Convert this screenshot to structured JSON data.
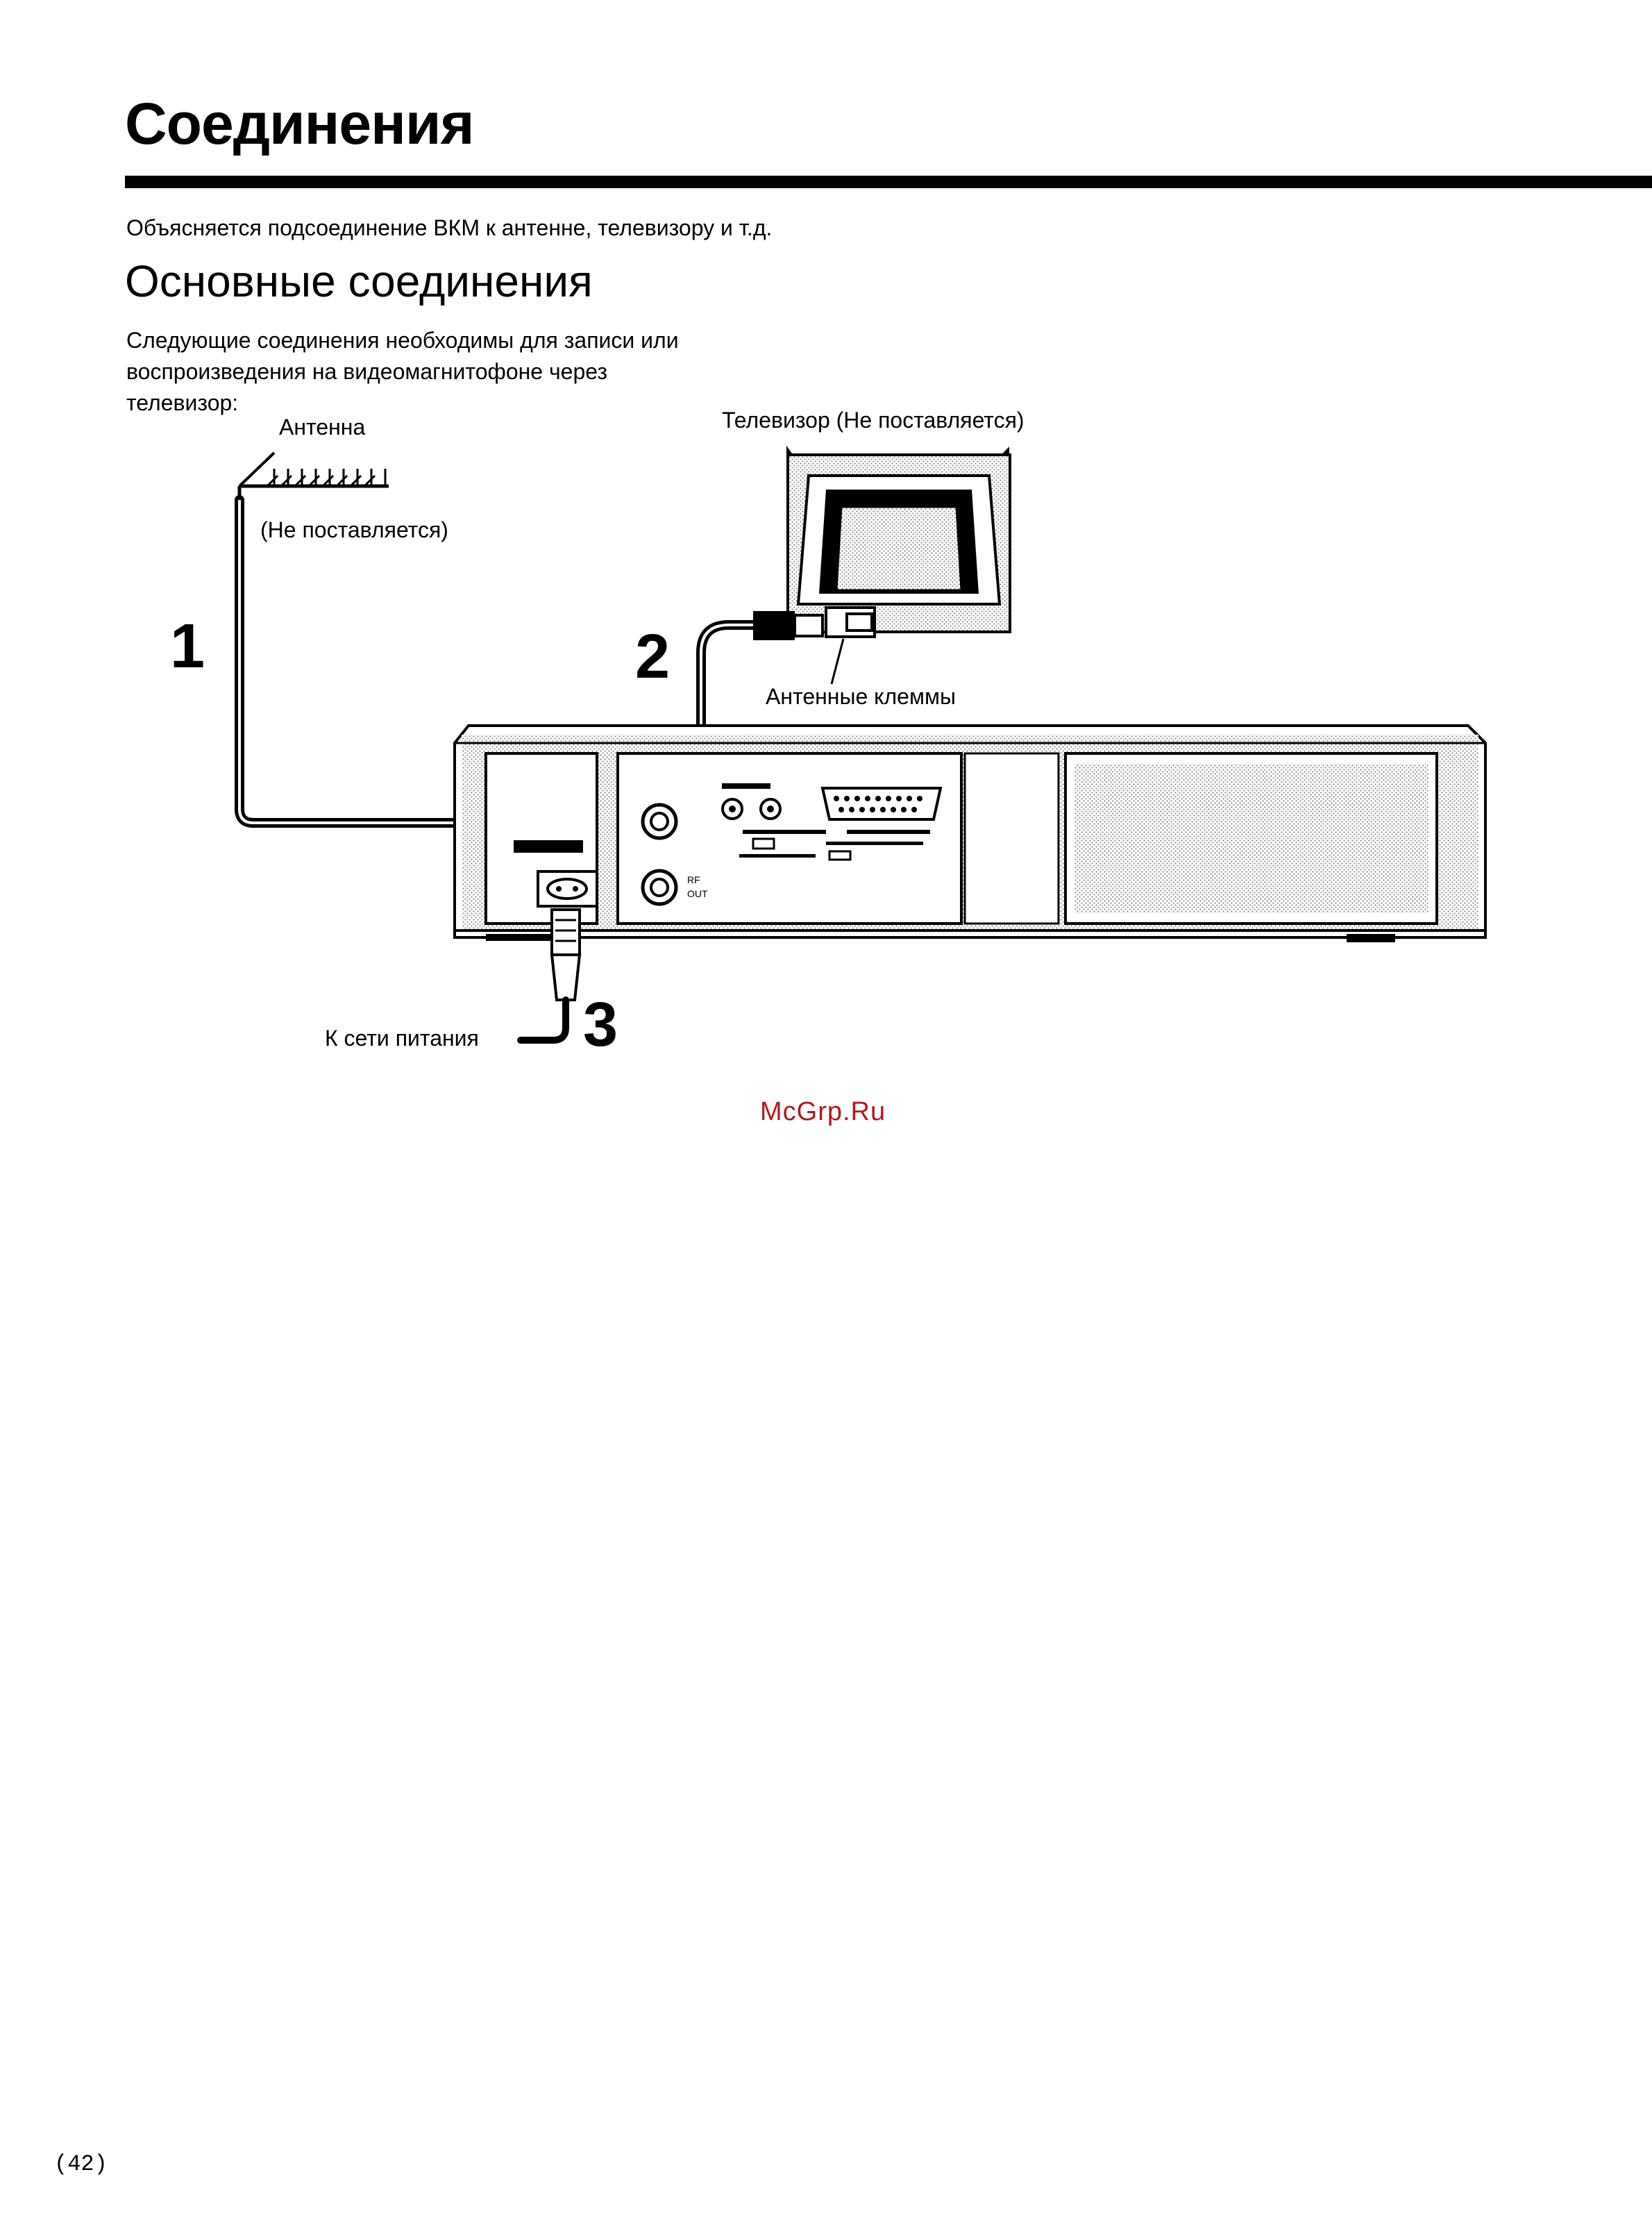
{
  "page": {
    "title": "Соединения",
    "intro": "Объясняется подсоединение ВКМ к антенне, телевизору и т.д.",
    "subtitle": "Основные соединения",
    "lead": "Следующие соединения необходимы для записи или\nвоспроизведения на видеомагнитофоне через\nтелевизор:",
    "page_number": "(42)",
    "watermark": "McGrp.Ru"
  },
  "diagram": {
    "antenna_label": "Антенна",
    "antenna_note": "(Не поставляется)",
    "tv_label": "Телевизор (Не поставляется)",
    "tv_terminals_label": "Антенные клеммы",
    "power_label": "К сети питания",
    "step_1": "1",
    "step_2": "2",
    "step_3": "3"
  },
  "colors": {
    "ink": "#000000",
    "panel_shade": "#cfcfcf",
    "watermark": "#b21a1a"
  }
}
